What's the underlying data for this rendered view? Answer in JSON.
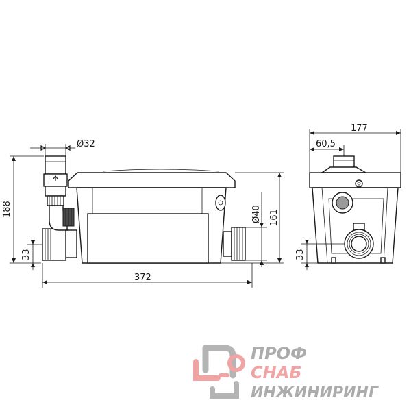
{
  "dimensions": {
    "pipe_diameter_top": "Ø32",
    "height_total": "188",
    "inlet_height_left": "33",
    "length_total": "372",
    "inlet_diameter": "Ø40",
    "height_body": "161",
    "width_total": "177",
    "outlet_offset": "60,5",
    "inlet_height_right": "33"
  },
  "watermark": {
    "line1": "ПРОФ",
    "line2": "СНАБ",
    "line3": "ИНЖИНИРИНГ",
    "colors": {
      "gray": "#a8a8a8",
      "red": "#f0a0a0"
    }
  }
}
